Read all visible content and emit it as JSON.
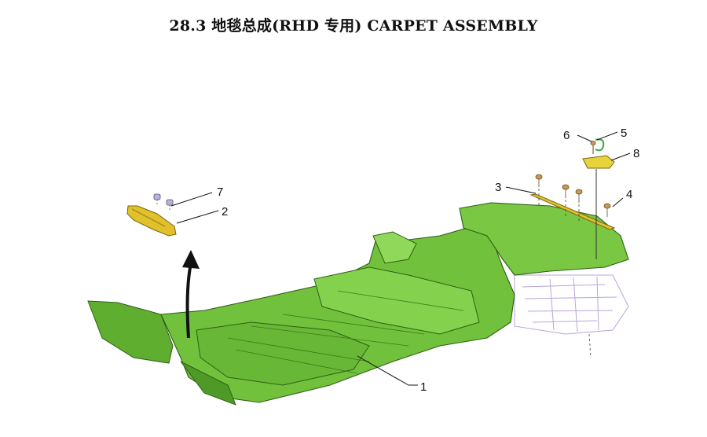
{
  "title": "28.3  地毯总成(RHD 专用) CARPET ASSEMBLY",
  "callouts": [
    "1",
    "2",
    "3",
    "4",
    "5",
    "6",
    "7",
    "8"
  ],
  "colors": {
    "carpet": "#6fbf3a",
    "carpet_dark": "#3e7f1e",
    "bracket": "#e1c12b",
    "ghost": "#b49ad6"
  }
}
